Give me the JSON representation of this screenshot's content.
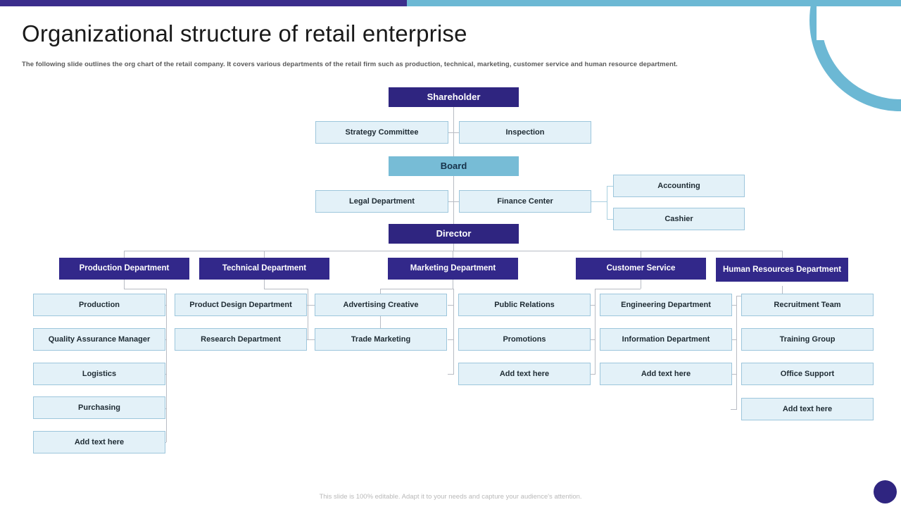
{
  "header": {
    "title": "Organizational structure of retail enterprise",
    "subtitle": "The following slide outlines the org chart of the retail company. It covers various departments of the retail firm such as production, technical, marketing, customer service and human resource department."
  },
  "footer": {
    "note": "This slide is 100% editable. Adapt it to your needs and capture your audience's attention."
  },
  "colors": {
    "primary_dark": "#2f2580",
    "department": "#32288a",
    "board_teal": "#77bcd6",
    "box_light": "#e3f1f8",
    "box_border": "#9dc6dc",
    "connector": "#b8bcc4",
    "top_bar_dark": "#3b2e8c",
    "top_bar_light": "#6cb8d4",
    "subtitle_text": "#5a5a5a",
    "footer_text": "#b9b9b9"
  },
  "chart_data": {
    "type": "diagram",
    "title": "Organizational structure of retail enterprise",
    "levels": [
      {
        "name": "shareholder-level",
        "nodes": [
          {
            "label": "Shareholder",
            "style": "dark"
          }
        ]
      },
      {
        "name": "shareholder-staff-level",
        "nodes": [
          {
            "label": "Strategy Committee",
            "style": "light"
          },
          {
            "label": "Inspection",
            "style": "light"
          }
        ]
      },
      {
        "name": "board-level",
        "nodes": [
          {
            "label": "Board",
            "style": "teal"
          }
        ]
      },
      {
        "name": "board-staff-level",
        "nodes": [
          {
            "label": "Legal Department",
            "style": "light"
          },
          {
            "label": "Finance Center",
            "style": "light"
          },
          {
            "label": "Accounting",
            "style": "light"
          },
          {
            "label": "Cashier",
            "style": "light"
          }
        ]
      },
      {
        "name": "director-level",
        "nodes": [
          {
            "label": "Director",
            "style": "dark"
          }
        ]
      }
    ],
    "departments": [
      {
        "label": "Production Department",
        "children": [
          "Production",
          "Quality Assurance Manager",
          "Logistics",
          "Purchasing",
          "Add text here"
        ]
      },
      {
        "label": "Technical Department",
        "children": [
          "Product Design Department",
          "Research Department"
        ]
      },
      {
        "label": "Marketing Department",
        "children": [
          "Advertising Creative",
          "Trade Marketing"
        ]
      },
      {
        "label": "Customer  Service",
        "children": [
          "Public Relations",
          "Promotions",
          "Add text here"
        ]
      },
      {
        "label": "Customer  Service",
        "children": [
          "Engineering Department",
          "Information Department",
          "Add text here"
        ]
      },
      {
        "label": "Human Resources Department",
        "children": [
          "Recruitment Team",
          "Training Group",
          "Office Support",
          "Add text here"
        ]
      }
    ],
    "nodes": {
      "shareholder": "Shareholder",
      "strategy_committee": "Strategy Committee",
      "inspection": "Inspection",
      "board": "Board",
      "legal_department": "Legal Department",
      "finance_center": "Finance Center",
      "accounting": "Accounting",
      "cashier": "Cashier",
      "director": "Director",
      "dept_production": "Production Department",
      "dept_technical": "Technical Department",
      "dept_marketing": "Marketing Department",
      "dept_customer_service": "Customer  Service",
      "dept_hr": "Human Resources Department",
      "prod_1": "Production",
      "prod_2": "Quality Assurance Manager",
      "prod_3": "Logistics",
      "prod_4": "Purchasing",
      "prod_5": "Add text here",
      "tech_1": "Product Design Department",
      "tech_2": "Research Department",
      "mkt_1": "Advertising Creative",
      "mkt_2": "Trade Marketing",
      "pr_1": "Public Relations",
      "pr_2": "Promotions",
      "pr_3": "Add text here",
      "cs_1": "Engineering Department",
      "cs_2": "Information Department",
      "cs_3": "Add text here",
      "hr_1": "Recruitment Team",
      "hr_2": "Training Group",
      "hr_3": "Office Support",
      "hr_4": "Add text here"
    }
  }
}
